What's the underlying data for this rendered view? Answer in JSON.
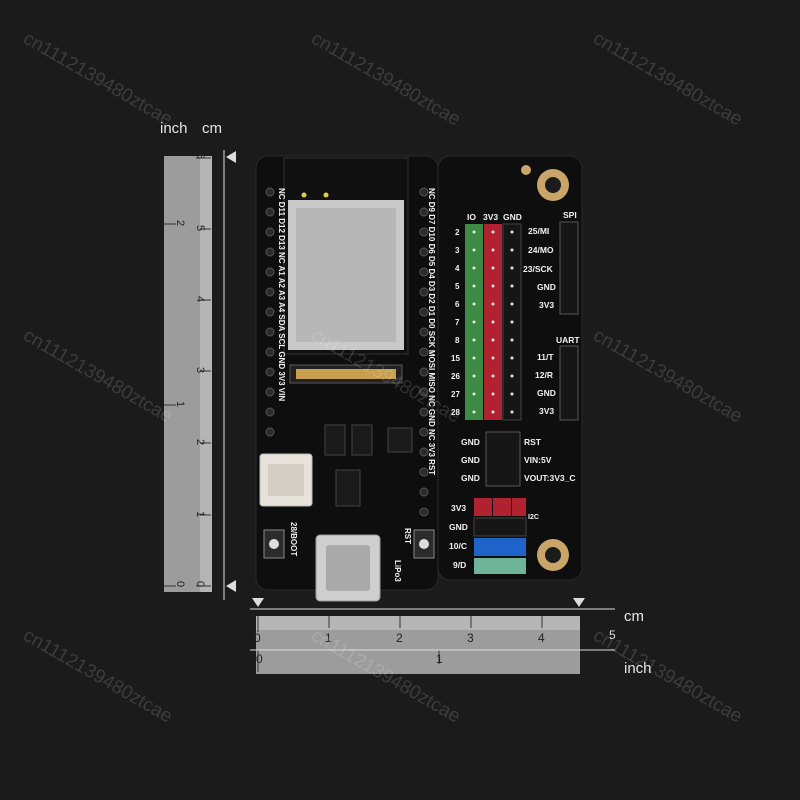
{
  "ruler_units": {
    "vertical": [
      "inch",
      "cm"
    ],
    "horizontal_cm": "cm",
    "horizontal_inch": "inch"
  },
  "vertical_ruler": {
    "cm_ticks": [
      "6",
      "5",
      "4",
      "3",
      "2",
      "1",
      "0"
    ],
    "inch_ticks": [
      "2",
      "1",
      "0"
    ]
  },
  "horizontal_ruler": {
    "cm_ticks": [
      "0",
      "1",
      "2",
      "3",
      "4",
      "5"
    ],
    "inch_ticks": [
      "0",
      "1"
    ]
  },
  "board": {
    "left_header_labels": "NC D11 D12 D13 NC A1 A2 A3 A4 SDA SCL GND 3V3 VIN",
    "right_header_labels": "NC D9 D7 D10 D6 D5 D4 D3 D2 D1 D0 SCK MOSI MISO NC GND NC 3V3 RST",
    "io_header": [
      "IO",
      "3V3",
      "GND"
    ],
    "io_pins": [
      "2",
      "3",
      "4",
      "5",
      "6",
      "7",
      "8",
      "15",
      "26",
      "27",
      "28"
    ],
    "spi_label": "SPI",
    "spi_pins": [
      "25/MI",
      "24/MO",
      "23/SCK",
      "GND",
      "3V3"
    ],
    "uart_label": "UART",
    "uart_pins": [
      "11/T",
      "12/R",
      "GND",
      "3V3"
    ],
    "power_left": [
      "GND",
      "GND",
      "GND"
    ],
    "power_right": [
      "RST",
      "VIN:5V",
      "VOUT:3V3_C"
    ],
    "i2c_label": "I2C",
    "i2c_pins": [
      "3V3",
      "GND",
      "10/C",
      "9/D"
    ],
    "boot_label": "28/BOOT",
    "rst_label": "RST",
    "lipo_label": "LiPo3"
  },
  "watermark": "cn1112139480ztcae",
  "colors": {
    "background": "#1b1b1b",
    "pcb": "#0e0e0e",
    "ruler": "#a4a4a4",
    "header_green": "#3d8a45",
    "header_red": "#b12230",
    "header_black": "#161616",
    "header_blue": "#1d63c9",
    "connector_white": "#e8e3da",
    "module_silver": "#c9c9c9",
    "brass": "#c9a56a"
  }
}
